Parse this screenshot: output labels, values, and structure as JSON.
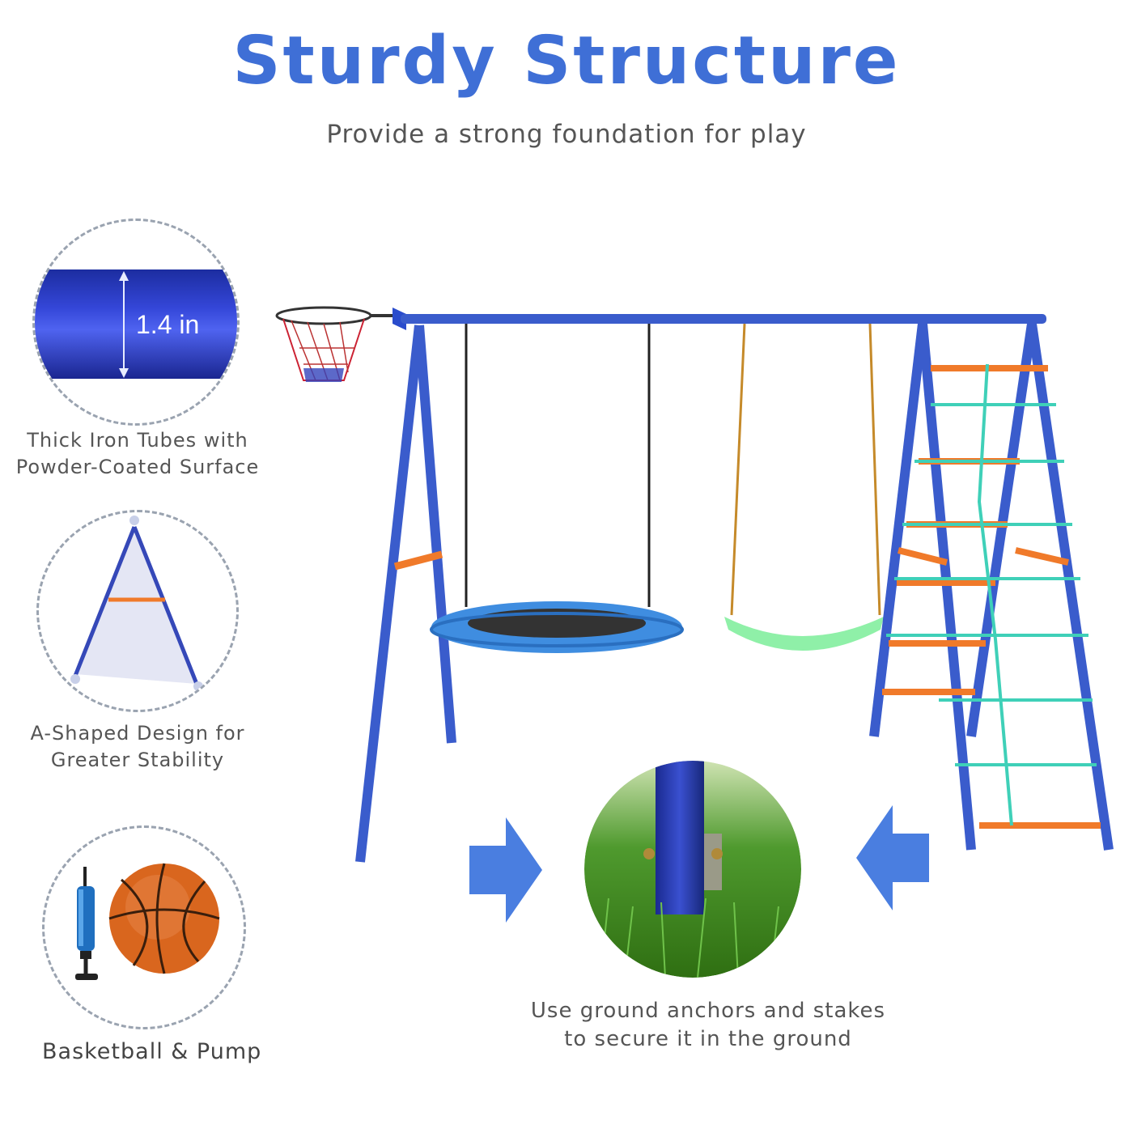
{
  "header": {
    "title": "Sturdy Structure",
    "subtitle": "Provide a strong foundation for play"
  },
  "features": [
    {
      "icon": "tube-icon",
      "measure": "1.4 in",
      "caption_line1": "Thick Iron Tubes with",
      "caption_line2": "Powder-Coated Surface"
    },
    {
      "icon": "a-frame-icon",
      "caption_line1": "A-Shaped Design for",
      "caption_line2": "Greater Stability"
    },
    {
      "icon": "basketball-pump-icon",
      "caption": "Basketball & Pump"
    }
  ],
  "ground": {
    "icon": "ground-anchor-icon",
    "caption_line1": "Use ground anchors and stakes",
    "caption_line2": "to secure it in the ground"
  },
  "colors": {
    "frame_blue": "#3a5ccc",
    "title_blue": "#3f6fd6",
    "rung_orange": "#f07a2a",
    "net_teal": "#3fd0b8",
    "seat_green": "#8ff0a8",
    "saucer_blue": "#3f8de0"
  }
}
